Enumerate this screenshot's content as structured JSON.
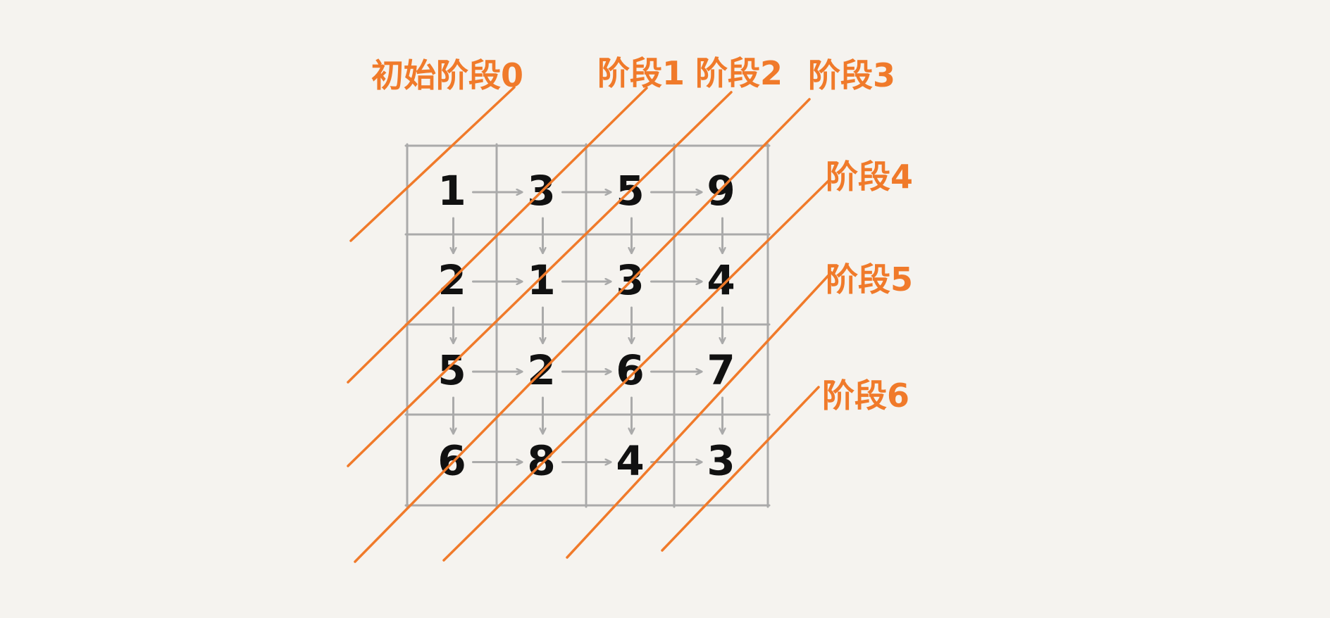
{
  "colors": {
    "background": "#f5f3ef",
    "grid": "#aaaaaa",
    "arrow": "#aaaaaa",
    "stage": "#f07a2a",
    "number": "#111111"
  },
  "grid": {
    "rows": [
      [
        "1",
        "3",
        "5",
        "9"
      ],
      [
        "2",
        "1",
        "3",
        "4"
      ],
      [
        "5",
        "2",
        "6",
        "7"
      ],
      [
        "6",
        "8",
        "4",
        "3"
      ]
    ]
  },
  "stages": [
    {
      "label": "初始阶段0"
    },
    {
      "label": "阶段1"
    },
    {
      "label": "阶段2"
    },
    {
      "label": "阶段3"
    },
    {
      "label": "阶段4"
    },
    {
      "label": "阶段5"
    },
    {
      "label": "阶段6"
    }
  ]
}
